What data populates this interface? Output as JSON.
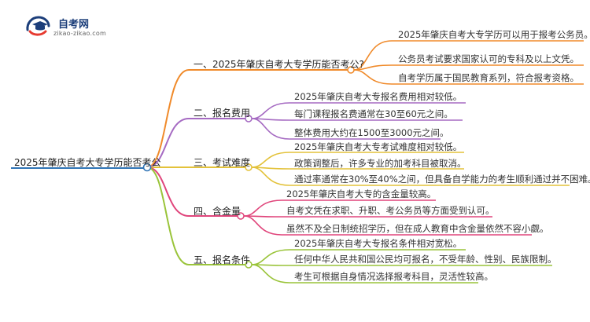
{
  "logo": {
    "title": "自考网",
    "url": "zikao-zikao.com",
    "colors": {
      "primary": "#1c3e7a",
      "accent": "#e63a2f"
    }
  },
  "root": {
    "label": "2025年肇庆自考大专学历能否考公"
  },
  "branches": [
    {
      "label": "一、2025年肇庆自考大专学历能否考公?",
      "color": "#f08a2a",
      "leaves": [
        "2025年肇庆自考大专学历可以用于报考公务员。",
        "公务员考试要求国家认可的专科及以上文凭。",
        "自考学历属于国民教育系列，符合报考资格。"
      ]
    },
    {
      "label": "二、报名费用",
      "color": "#a56ac2",
      "leaves": [
        "2025年肇庆自考大专报名费用相对较低。",
        "每门课程报名费通常在30至60元之间。",
        "整体费用大约在1500至3000元之间。"
      ]
    },
    {
      "label": "三、考试难度",
      "color": "#e3c23a",
      "leaves": [
        "2025年肇庆自考大专考试难度相对较低。",
        "政策调整后，许多专业的加考科目被取消。",
        "通过率通常在30%至40%之间，但具备自学能力的考生顺利通过并不困难。"
      ]
    },
    {
      "label": "四、含金量",
      "color": "#e0457b",
      "leaves": [
        "2025年肇庆自考大专的含金量较高。",
        "自考文凭在求职、升职、考公务员等方面受到认可。",
        "虽然不及全日制统招学历，但在成人教育中含金量依然不容小觑。"
      ]
    },
    {
      "label": "五、报名条件",
      "color": "#9ac43a",
      "leaves": [
        "2025年肇庆自考大专报名条件相对宽松。",
        "任何中华人民共和国公民均可报名，不受年龄、性别、民族限制。",
        "考生可根据自身情况选择报考科目，灵活性较高。"
      ]
    }
  ],
  "rootLineColor": "#2f74b5"
}
